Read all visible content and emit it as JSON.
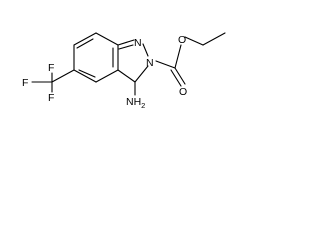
{
  "structure": {
    "atoms": {
      "n1": "N",
      "n2": "N",
      "o_carbonyl": "O",
      "o_ester": "O",
      "amino": "NH",
      "amino_subscript": "2",
      "f_top": "F",
      "f_left": "F",
      "f_bottom": "F"
    }
  }
}
